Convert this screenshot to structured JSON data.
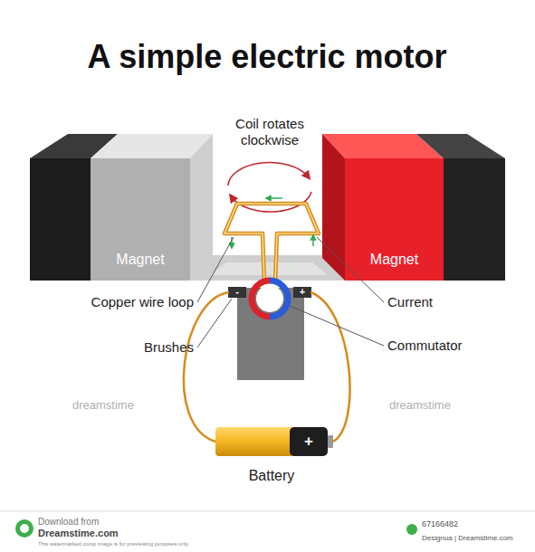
{
  "diagram": {
    "title": "A simple electric motor",
    "nodes": [
      {
        "text": [
          "Magnet"
        ]
      },
      {
        "text": [
          "Magnet"
        ]
      }
    ],
    "labels": [
      "Coil rotates clockwise",
      "Copper wire loop",
      "Brushes",
      "Current",
      "Commutator",
      "Battery",
      "-",
      "+",
      "+",
      "dreamstime",
      "dreamstime",
      "Download from",
      "Dreamstime.com",
      "This watermarked comp image is for previewing purposes only.",
      "67166482",
      "Designua | Dreamstime.com"
    ]
  }
}
